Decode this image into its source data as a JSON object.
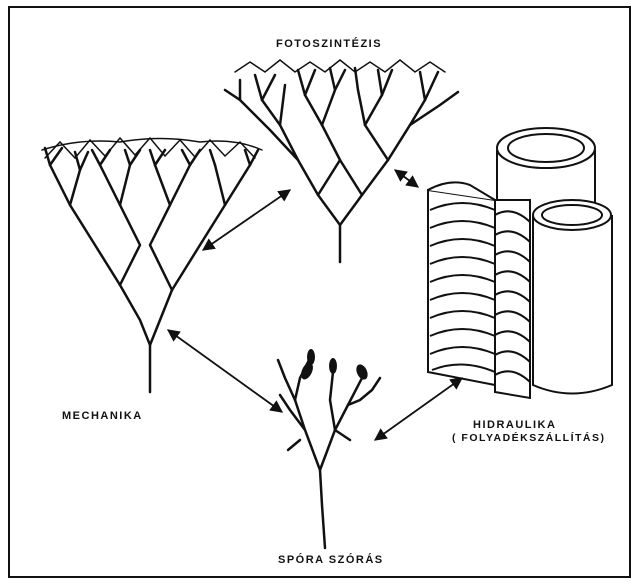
{
  "labels": {
    "top": "FOTOSZINTÉZIS",
    "left": "MECHANIKA",
    "bottom": "SPÓRA SZÓRÁS",
    "right_line1": "HIDRAULIKA",
    "right_line2": "( FOLYADÉKSZÁLLÍTÁS)"
  },
  "colors": {
    "ink": "#111111",
    "paper": "#ffffff"
  }
}
